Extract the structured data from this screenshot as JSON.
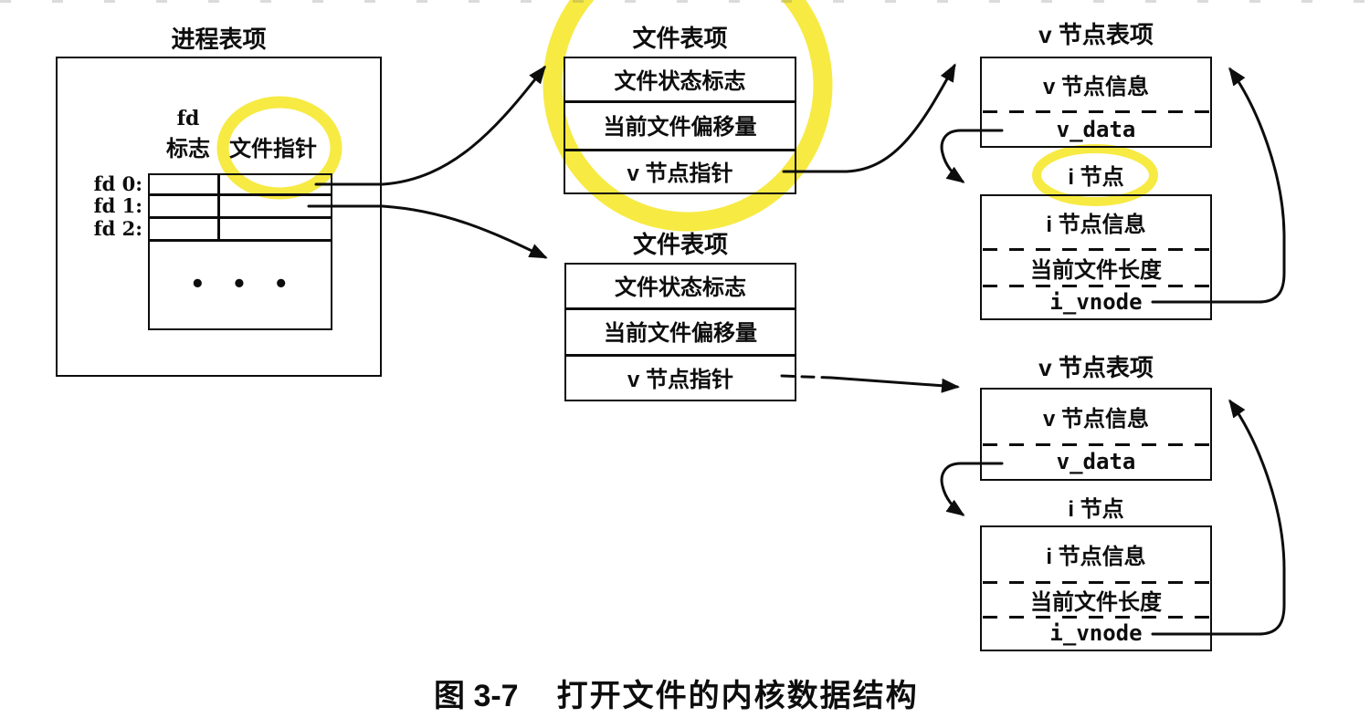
{
  "colors": {
    "highlight": "#F7EA43",
    "ink": "#0D0D0D",
    "background": "#FFFFFF"
  },
  "caption": {
    "label": "图 3-7",
    "title": "打开文件的内核数据结构"
  },
  "process_table": {
    "title": "进程表项",
    "header": {
      "fd": "fd",
      "flags": "标志",
      "pointer": "文件指针"
    },
    "fd_rows": [
      "fd 0:",
      "fd 1:",
      "fd 2:"
    ],
    "ellipsis": "• • •"
  },
  "file_tables": [
    {
      "title": "文件表项",
      "rows": [
        "文件状态标志",
        "当前文件偏移量",
        "v 节点指针"
      ]
    },
    {
      "title": "文件表项",
      "rows": [
        "文件状态标志",
        "当前文件偏移量",
        "v 节点指针"
      ]
    }
  ],
  "vnode_tables": [
    {
      "title": "v 节点表项",
      "rows": [
        "v 节点信息",
        "v_data"
      ]
    },
    {
      "title": "v 节点表项",
      "rows": [
        "v 节点信息",
        "v_data"
      ]
    }
  ],
  "inode_tables": [
    {
      "label": "i 节点",
      "rows": [
        "i 节点信息",
        "当前文件长度",
        "i_vnode"
      ]
    },
    {
      "label": "i 节点",
      "rows": [
        "i 节点信息",
        "当前文件长度",
        "i_vnode"
      ]
    }
  ]
}
